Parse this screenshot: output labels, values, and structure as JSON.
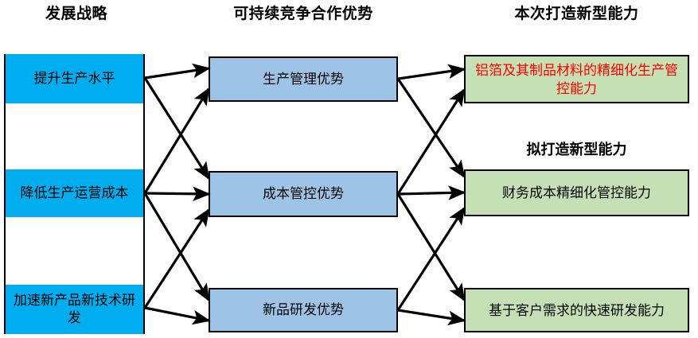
{
  "headers": {
    "strategy": "发展战略",
    "advantage": "可持续竞争合作优势",
    "capability": "本次打造新型能力"
  },
  "labels": {
    "planned_capability": "拟打造新型能力"
  },
  "colors": {
    "strategy_fill": "#00AEEF",
    "advantage_fill": "#9DC3E6",
    "capability_fill": "#C5E0B4",
    "highlight_text": "#FF0000",
    "border": "#000000",
    "background": "#FFFFFF"
  },
  "strategies": [
    {
      "label": "提升生产水平"
    },
    {
      "label": "降低生产运营成本"
    },
    {
      "label": "加速新产品新技术研发"
    }
  ],
  "advantages": [
    {
      "label": "生产管理优势"
    },
    {
      "label": "成本管控优势"
    },
    {
      "label": "新品研发优势"
    }
  ],
  "capabilities": [
    {
      "label": "铝箔及其制品材料的精细化生产管控能力",
      "text_color": "#FF0000"
    },
    {
      "label": "财务成本精细化管控能力",
      "text_color": "#000000"
    },
    {
      "label": "基于客户需求的快速研发能力",
      "text_color": "#000000"
    }
  ],
  "connections": {
    "strategy_to_advantage": [
      {
        "from": 0,
        "to": 0
      },
      {
        "from": 0,
        "to": 1
      },
      {
        "from": 1,
        "to": 0
      },
      {
        "from": 1,
        "to": 1
      },
      {
        "from": 1,
        "to": 2
      },
      {
        "from": 2,
        "to": 1
      },
      {
        "from": 2,
        "to": 2
      }
    ],
    "advantage_to_capability": [
      {
        "from": 0,
        "to": 0
      },
      {
        "from": 0,
        "to": 1
      },
      {
        "from": 1,
        "to": 0
      },
      {
        "from": 1,
        "to": 1
      },
      {
        "from": 1,
        "to": 2
      },
      {
        "from": 2,
        "to": 1
      },
      {
        "from": 2,
        "to": 2
      }
    ]
  }
}
